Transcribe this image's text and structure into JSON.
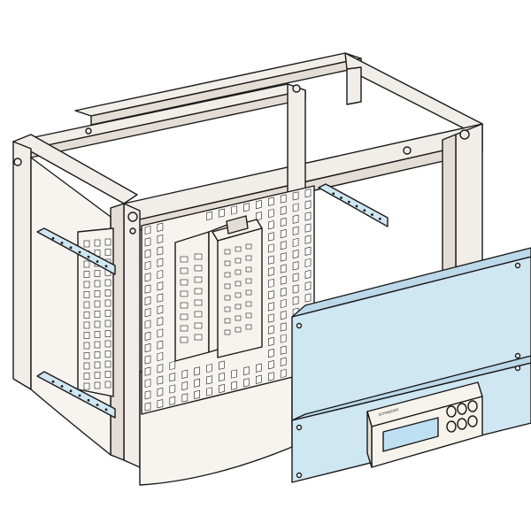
{
  "colors": {
    "frame": "#f1ede8",
    "panel_blue": "#cfe6f3",
    "outline": "#1a1a1a",
    "background": "#ffffff"
  },
  "display_unit": {
    "brand_text": "SCHNEIDER",
    "icons": [
      "display-screen",
      "keypad-buttons"
    ]
  }
}
